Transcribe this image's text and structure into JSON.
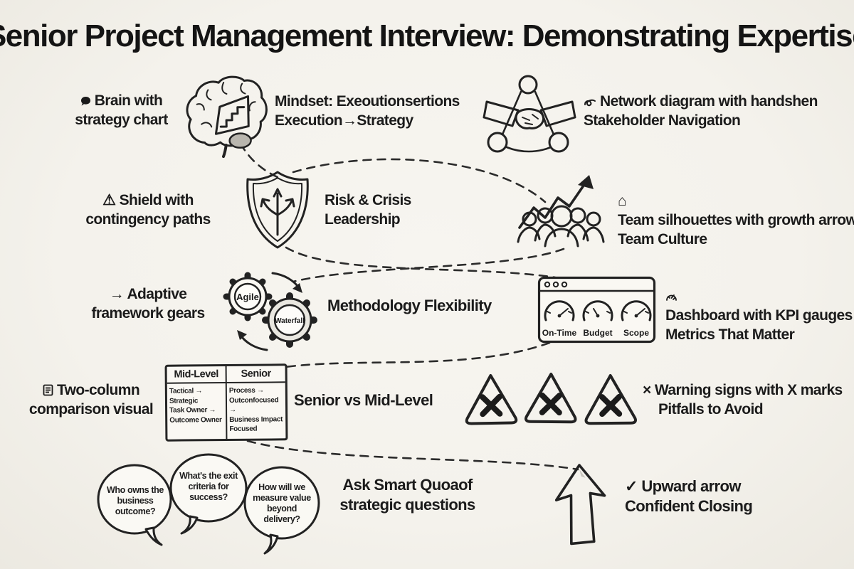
{
  "title": "Senior Project Management Interview: Demonstrating Expertise",
  "colors": {
    "ink": "#1e1e1e",
    "paper": "#f5f3ee",
    "shade": "#cfccc5"
  },
  "glyphs": {
    "warning": "⚠",
    "arrow_right": "→",
    "home": "⌂",
    "x_mark": "×",
    "check": "✓"
  },
  "row1": {
    "left_caption_l1": "Brain with",
    "left_caption_l2": "strategy chart",
    "center_caption_l1": "Mindset: Exeoutionsertions",
    "center_caption_l2": "Execution→Strategy",
    "right_caption_l1": "Network diagram with handshen",
    "right_caption_l2": "Stakeholder Navigation"
  },
  "row2": {
    "left_caption_l1": "Shield with",
    "left_caption_l2": "contingency paths",
    "center_caption_l1": "Risk & Crisis",
    "center_caption_l2": "Leadership",
    "right_caption_l1": "Team silhouettes with growth arrow",
    "right_caption_l2": "Team Culture"
  },
  "row3": {
    "left_caption_l1": "Adaptive",
    "left_caption_l2": "framework gears",
    "gear1_label": "Agile",
    "gear2_label": "Waterfall",
    "center_caption": "Methodology Flexibility",
    "gauges": [
      "On-Time",
      "Budget",
      "Scope"
    ],
    "right_caption_l1": "Dashboard with KPI gauges",
    "right_caption_l2": "Metrics That Matter"
  },
  "row4": {
    "left_caption_l1": "Two-column",
    "left_caption_l2": "comparison visual",
    "table": {
      "headers": [
        "Mid-Level",
        "Senior"
      ],
      "col1": [
        "Tactical → Strategic",
        "Task Owner →",
        "Outcome Owner"
      ],
      "col2": [
        "Process →",
        "Outconfocused →",
        "Business Impact",
        "Focused"
      ]
    },
    "center_caption": "Senior vs Mid-Level",
    "right_caption_l1": "Warning signs with X marks",
    "right_caption_l2": "Pitfalls to Avoid"
  },
  "row5": {
    "bubbles": [
      "Who owns the business outcome?",
      "What's the exit criteria for success?",
      "How will we measure value beyond delivery?"
    ],
    "center_caption_l1": "Ask Smart Quoaof",
    "center_caption_l2": "strategic questions",
    "right_caption_l1": "Upward arrow",
    "right_caption_l2": "Confident Closing"
  }
}
